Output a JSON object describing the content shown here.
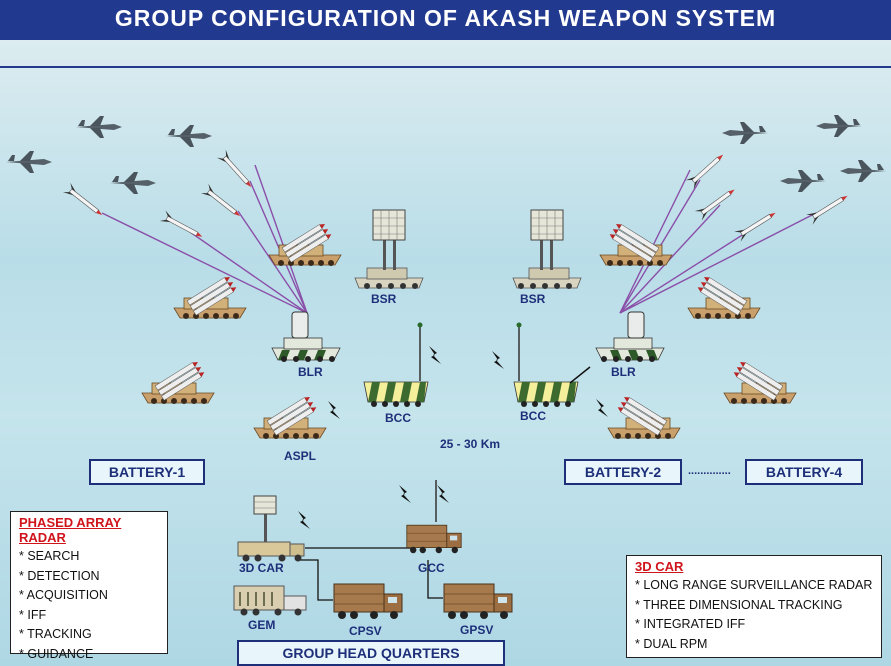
{
  "header": {
    "title": "GROUP CONFIGURATION OF AKASH WEAPON SYSTEM"
  },
  "labels": {
    "bsr_left": "BSR",
    "bsr_right": "BSR",
    "blr_left": "BLR",
    "blr_right": "BLR",
    "bcc_left": "BCC",
    "bcc_right": "BCC",
    "aspl": "ASPL",
    "range": "25 - 30 Km",
    "car3d": "3D CAR",
    "gcc": "GCC",
    "gem": "GEM",
    "cpsv": "CPSV",
    "gpsv": "GPSV"
  },
  "boxes": {
    "battery1": "BATTERY-1",
    "battery2": "BATTERY-2",
    "battery4": "BATTERY-4",
    "dots": "..............",
    "hq": "GROUP HEAD QUARTERS"
  },
  "phased_array_radar": {
    "title": "PHASED ARRAY RADAR",
    "items": [
      "SEARCH",
      "DETECTION",
      "ACQUISITION",
      "IFF",
      "TRACKING",
      "GUIDANCE"
    ]
  },
  "car_3d": {
    "title": "3D CAR",
    "items": [
      "LONG RANGE SURVEILLANCE RADAR",
      "THREE DIMENSIONAL TRACKING",
      "INTEGRATED IFF",
      "DUAL RPM"
    ]
  },
  "colors": {
    "header": "#213a8f",
    "label": "#1e2f7a",
    "panel_title": "#d0141c",
    "link": "#8a4fa8"
  }
}
